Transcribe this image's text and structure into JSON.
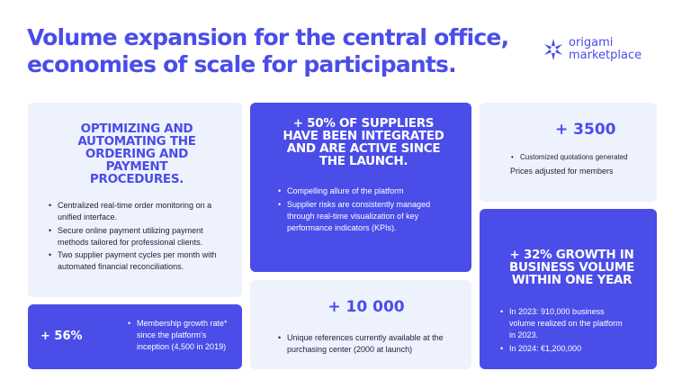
{
  "header": {
    "title_line1": "Volume expansion for the central office,",
    "title_line2": "economies of scale for participants."
  },
  "logo": {
    "line1": "origami",
    "line2": "marketplace",
    "icon": "origami-star-icon"
  },
  "colors": {
    "brand_blue": "#4a4de8",
    "light_card": "#eef2fd",
    "white": "#ffffff"
  },
  "cards": {
    "optimizing": {
      "heading": "Optimizing and automating the ordering and payment procedures.",
      "bullets": [
        "Centralized real-time order monitoring on a unified interface.",
        "Secure online payment utilizing payment methods tailored for professional clients.",
        "Two supplier payment cycles per month with automated financial reconciliations."
      ]
    },
    "membership": {
      "stat": "+ 56%",
      "text": "Membership growth rate* since the platform's inception (4,500 in 2019)"
    },
    "suppliers": {
      "heading": "+ 50% of suppliers have been integrated and are active since the launch.",
      "bullets": [
        "Compelling allure of the platform",
        "Supplier risks are consistently managed through real-time visualization of key performance indicators (KPIs)."
      ]
    },
    "references": {
      "stat": "+ 10 000",
      "bullet": "Unique references currently available at the purchasing center (2000 at launch)"
    },
    "quotations": {
      "stat": "+ 3500",
      "bullet": "Customized quotations generated",
      "line": "Prices adjusted for members"
    },
    "growth": {
      "heading": "+ 32% growth in business volume within one year",
      "bullets": [
        "In 2023: 910,000 business volume realized on the platform in 2023.",
        "In 2024: €1,200,000"
      ]
    }
  }
}
